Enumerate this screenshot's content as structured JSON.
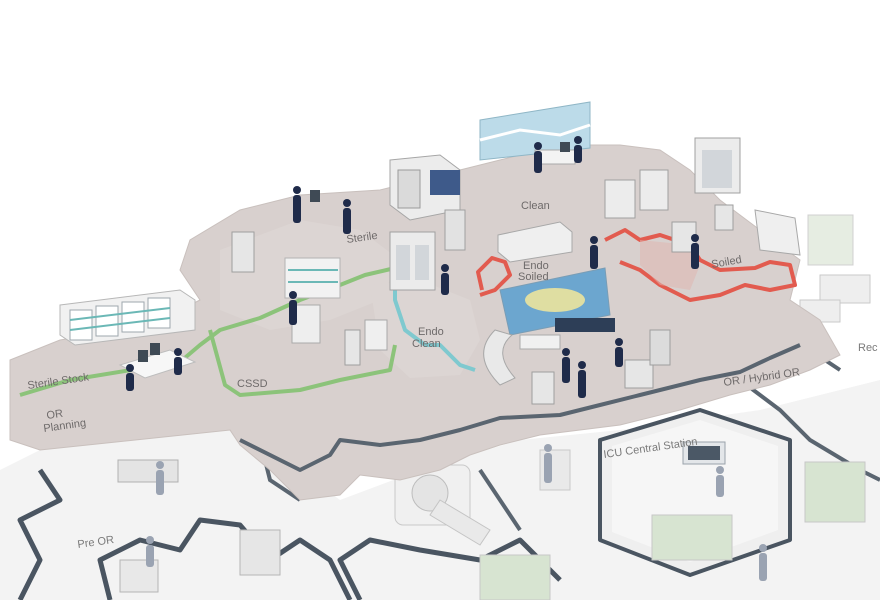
{
  "zones": {
    "sterile_stock": "Sterile Stock",
    "or_planning_line1": "OR",
    "or_planning_line2": "Planning",
    "cssd": "CSSD",
    "sterile": "Sterile",
    "clean": "Clean",
    "endo_soiled_line1": "Endo",
    "endo_soiled_line2": "Soiled",
    "endo_clean_line1": "Endo",
    "endo_clean_line2": "Clean",
    "soiled": "Soiled",
    "or_hybrid_or": "OR / Hybrid OR",
    "icu_central_station": "ICU Central Station",
    "pre_or": "Pre OR",
    "recovery_partial": "Rec"
  },
  "colors": {
    "floor_main": "#d9d1cf",
    "floor_faded": "#f1f1f1",
    "wall_faded": "#3f4a55",
    "path_green": "#8cc37a",
    "path_teal": "#7fc9cf",
    "path_red": "#e25b4f",
    "staff": "#1f2b4a"
  },
  "icons": [
    "hybrid-or-c-arm",
    "mri-scanner",
    "washer-disinfector",
    "sterilizer",
    "instrument-rack",
    "workstation",
    "staff-figure",
    "patient-bed"
  ]
}
